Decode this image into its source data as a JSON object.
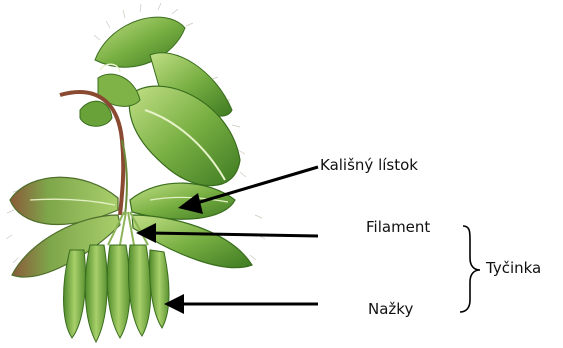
{
  "labels": {
    "kalisny_listok": "Kališný lístok",
    "filament": "Filament",
    "nazky": "Nažky",
    "tycinka": "Tyčinka"
  },
  "colors": {
    "leaf_light": "#a8cf6a",
    "leaf_mid": "#6ea83c",
    "leaf_dark": "#3f7a24",
    "stem": "#8a4a32",
    "hair": "#b9b7a8",
    "arrow": "#000000"
  }
}
